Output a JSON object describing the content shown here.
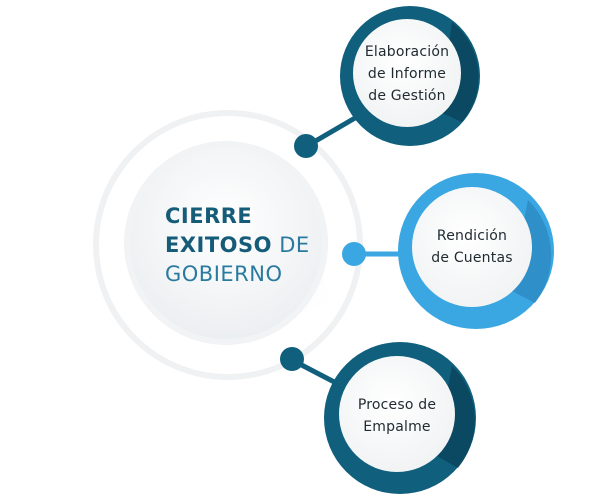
{
  "center": {
    "line1": "CIERRE",
    "line2_bold": "EXITOSO",
    "line2_rest": " DE",
    "line3": "GOBIERNO"
  },
  "nodes": [
    {
      "line1": "Elaboración",
      "line2": "de Informe",
      "line3": "de Gestión"
    },
    {
      "line1": "Rendición",
      "line2": "de Cuentas"
    },
    {
      "line1": "Proceso de",
      "line2": "Empalme"
    }
  ],
  "colors": {
    "dark_teal": "#0f5f7d",
    "dark_teal_shadow": "#0a3f55",
    "light_blue": "#3aa6e2",
    "light_blue_shadow": "#2b86bf",
    "ring": "#eef0f2"
  }
}
